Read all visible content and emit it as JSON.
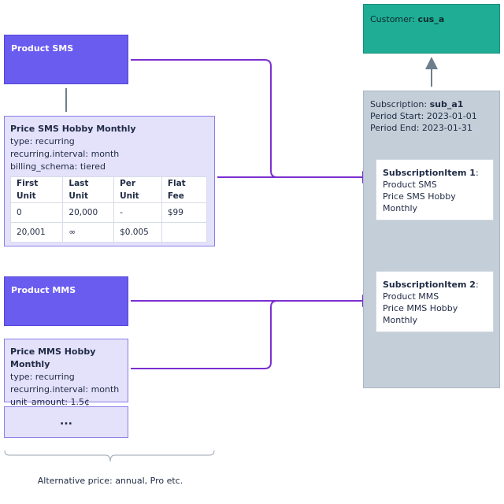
{
  "products": {
    "sms": {
      "title": "Product SMS"
    },
    "mms": {
      "title": "Product MMS"
    }
  },
  "prices": {
    "sms": {
      "title": "Price SMS Hobby Monthly",
      "lines": [
        "type: recurring",
        "recurring.interval: month",
        "billing_schema: tiered"
      ],
      "table": {
        "headers": [
          "First Unit",
          "Last Unit",
          "Per Unit",
          "Flat Fee"
        ],
        "rows": [
          [
            "0",
            "20,000",
            "-",
            "$99"
          ],
          [
            "20,001",
            "∞",
            "$0.005",
            ""
          ]
        ]
      }
    },
    "mms": {
      "title": "Price MMS Hobby Monthly",
      "lines": [
        "type: recurring",
        "recurring.interval: month",
        "unit_amount: 1.5¢"
      ]
    },
    "more_label": "..."
  },
  "alternative_caption": "Alternative price: annual, Pro etc.",
  "customer": {
    "label": "Customer: ",
    "id": "cus_a"
  },
  "subscription": {
    "label": "Subscription: ",
    "id": "sub_a1",
    "period_start": "Period Start: 2023-01-01",
    "period_end": "Period End: 2023-01-31"
  },
  "subscription_items": [
    {
      "title": "SubscriptionItem 1",
      "product": "Product SMS",
      "price": "Price SMS Hobby Monthly"
    },
    {
      "title": "SubscriptionItem 2",
      "product": "Product MMS",
      "price": "Price MMS Hobby Monthly"
    }
  ],
  "colors": {
    "product": "#6b5cf0",
    "price": "#e4e1fb",
    "customer": "#1fad96",
    "subscription": "#c3ced8",
    "connector": "#7b2fd0",
    "arrow_gray": "#6e7f8c"
  }
}
